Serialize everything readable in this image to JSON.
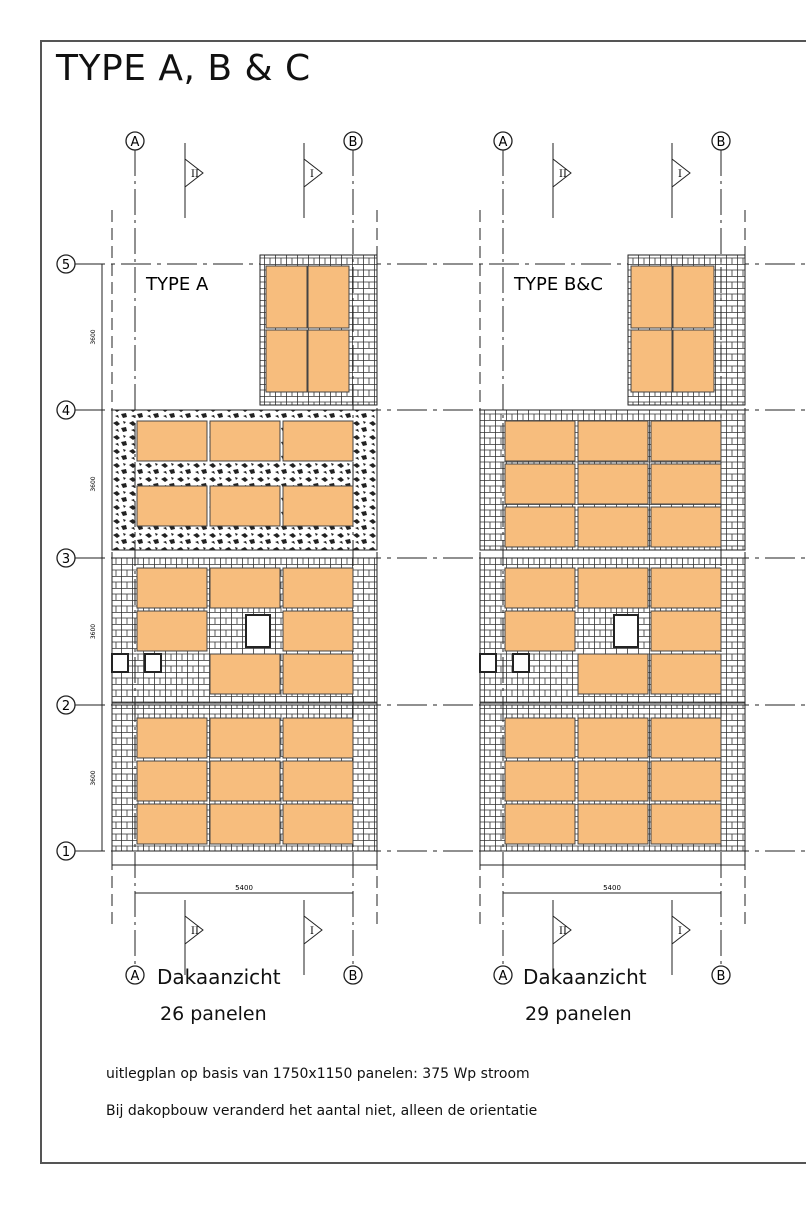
{
  "title": "TYPE A, B & C",
  "colors": {
    "panel": "#f7bd7d",
    "panel_stroke": "#444444",
    "line": "#222222"
  },
  "grid_axes": {
    "columns": [
      "A",
      "B"
    ],
    "rows": [
      "5",
      "4",
      "3",
      "2",
      "1"
    ],
    "sections": [
      "II",
      "I"
    ]
  },
  "dimensions": {
    "vertical": [
      "3600",
      "3600",
      "3600",
      "3600"
    ],
    "horizontal": "5400"
  },
  "plans": [
    {
      "label": "TYPE A",
      "caption": "Dakaanzicht",
      "panel_count": 26,
      "count_label": "26 panelen"
    },
    {
      "label": "TYPE B&C",
      "caption": "Dakaanzicht",
      "panel_count": 29,
      "count_label": "29 panelen"
    }
  ],
  "notes": [
    "uitlegplan op basis van 1750x1150 panelen: 375 Wp stroom",
    "Bij dakopbouw veranderd het aantal niet, alleen de orientatie"
  ]
}
